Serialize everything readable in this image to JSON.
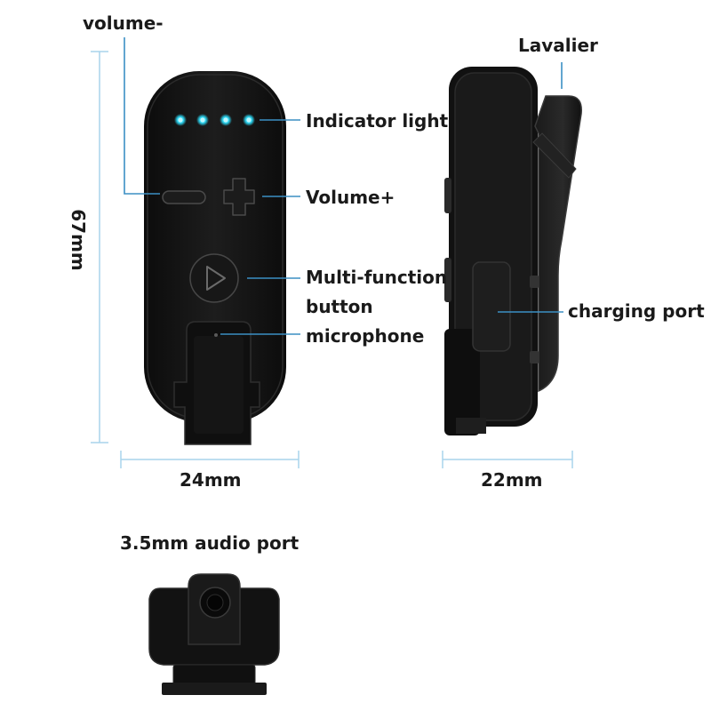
{
  "labels": {
    "volume_minus": "volume-",
    "indicator_light": "Indicator light",
    "volume_plus": "Volume+",
    "multi_function_1": "Multi-function",
    "multi_function_2": "button",
    "microphone": "microphone",
    "lavalier": "Lavalier",
    "charging_port": "charging port",
    "audio_port": "3.5mm audio port"
  },
  "dimensions": {
    "height": "67mm",
    "front_width": "24mm",
    "side_width": "22mm"
  },
  "colors": {
    "device_body": "#151515",
    "indicator_led": "#2ad4f0",
    "leader_line": "#3b8fc4",
    "dimension_line": "#a8d4ec"
  },
  "icons": {
    "play": "play-icon",
    "plus": "plus-icon",
    "minus": "minus-icon"
  }
}
